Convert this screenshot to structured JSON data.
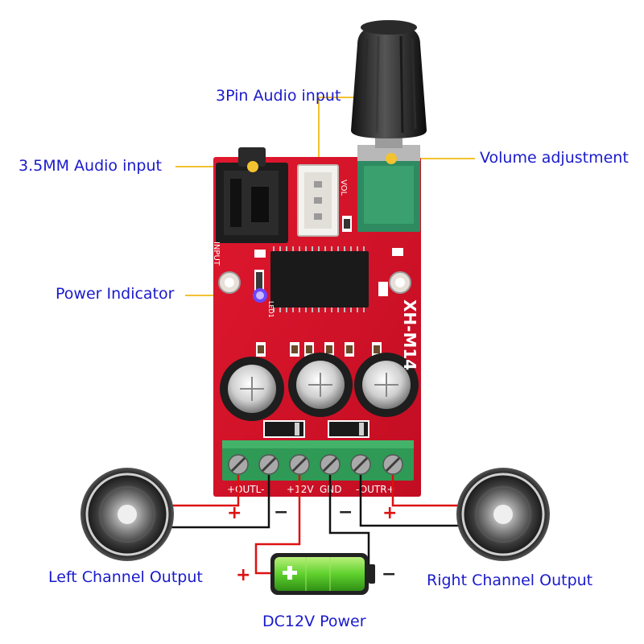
{
  "labels": {
    "three_pin_input": "3Pin Audio input",
    "jack_input": "3.5MM Audio input",
    "volume": "Volume adjustment",
    "power_indicator": "Power Indicator",
    "left_output": "Left Channel Output",
    "right_output": "Right Channel Output",
    "power": "DC12V Power"
  },
  "board": {
    "model": "XH-M14",
    "input_mark": "INPUT",
    "vol_mark": "VOL",
    "led_mark": "LED1",
    "terminal_labels": {
      "outl": "+OUTL-",
      "v12": "+12V",
      "gnd": "GND",
      "outr": "-OUTR+"
    }
  },
  "polarity": {
    "left_plus": "+",
    "left_minus": "−",
    "right_minus": "−",
    "right_plus": "+",
    "power_plus": "+",
    "power_minus": "−"
  },
  "colors": {
    "label": "#1a1acc",
    "pcb": "#d4102a",
    "terminal": "#2e9a55",
    "leader": "#f2c230",
    "wire_red": "#dd1111",
    "wire_black": "#111111",
    "battery": "#5fd12e"
  }
}
